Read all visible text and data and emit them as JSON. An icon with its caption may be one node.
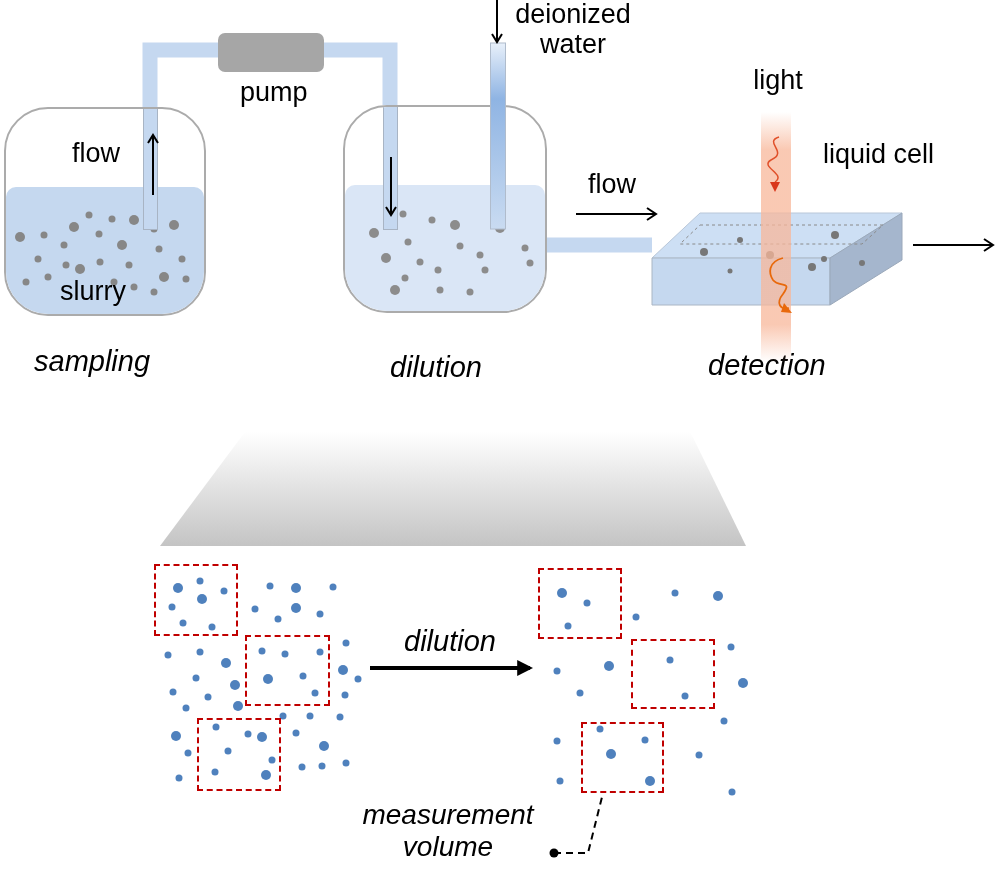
{
  "diagram": {
    "nodes": [
      {
        "text": [
          "flow",
          "slurry"
        ],
        "beside": [
          "sampling"
        ]
      },
      {
        "text": [
          "pump"
        ]
      },
      {
        "text": [],
        "shape": "box",
        "beside": [
          "dilution"
        ]
      },
      {
        "text": [
          "liquid cell"
        ],
        "beside": [
          "detection"
        ]
      },
      {
        "text": [],
        "shape": "picture"
      },
      {
        "text": [],
        "shape": "box"
      },
      {
        "text": [],
        "shape": "box",
        "in": 4
      },
      {
        "text": [],
        "shape": "box"
      },
      {
        "text": [],
        "shape": "picture"
      },
      {
        "text": [],
        "shape": "box"
      },
      {
        "text": [],
        "shape": "box",
        "in": 8
      },
      {
        "text": [],
        "shape": "box",
        "in": 8
      },
      {
        "text": [
          "measurement volume"
        ]
      },
      {
        "text": [],
        "shape": "tube"
      },
      {
        "text": [],
        "shape": "trapezoid"
      }
    ],
    "edges": [
      {
        "from": 0,
        "to": 1,
        "arrow": "none"
      },
      {
        "from": 1,
        "to": 2,
        "arrow": "none"
      },
      {
        "from": 2,
        "to": 3,
        "arrow": "none"
      },
      {
        "from": 4,
        "to": 8,
        "arrow": "to",
        "label": "dilution",
        "color": "#000000"
      },
      {
        "from": 12,
        "to": 11,
        "arrow": "other",
        "style": "dashed",
        "color": "#000000"
      }
    ],
    "labels": [
      "deionized water",
      "light",
      "flow"
    ]
  }
}
